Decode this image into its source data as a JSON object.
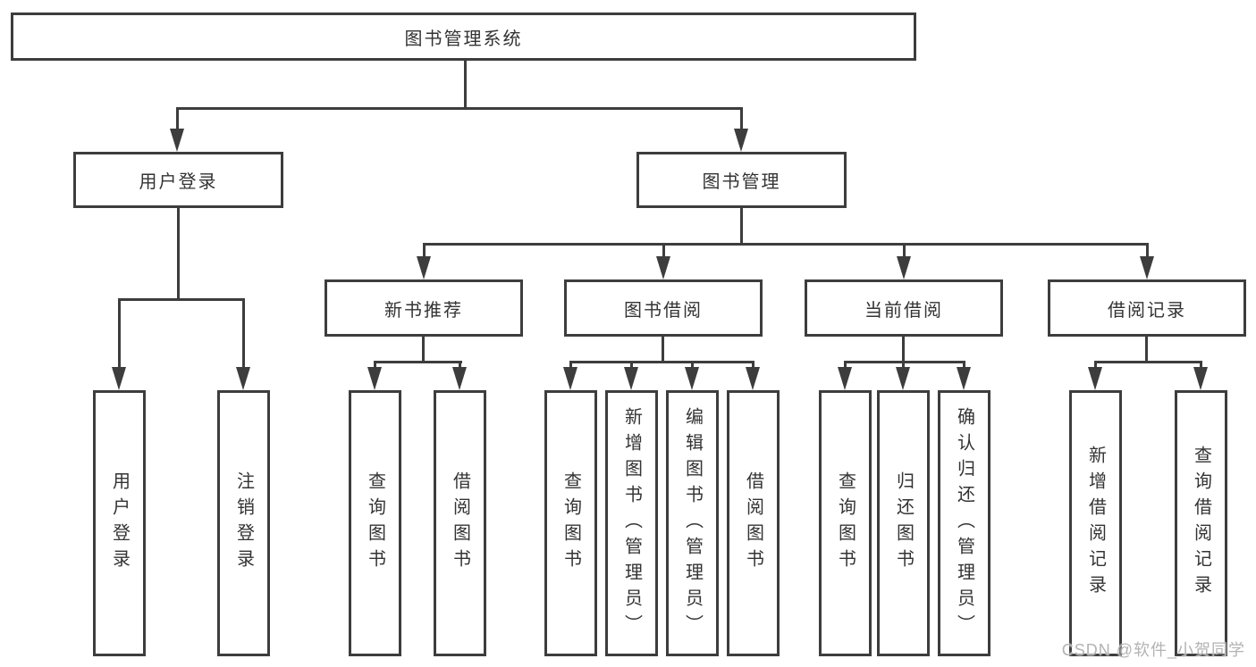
{
  "diagram": {
    "root": {
      "label": "图书管理系统"
    },
    "level2": [
      {
        "id": "user-login",
        "label": "用户登录"
      },
      {
        "id": "book-management",
        "label": "图书管理"
      }
    ],
    "level3": [
      {
        "id": "new-book-recommendation",
        "label": "新书推荐",
        "parent": "图书管理"
      },
      {
        "id": "book-borrowing",
        "label": "图书借阅",
        "parent": "图书管理"
      },
      {
        "id": "current-borrowing",
        "label": "当前借阅",
        "parent": "图书管理"
      },
      {
        "id": "borrowing-records",
        "label": "借阅记录",
        "parent": "图书管理"
      }
    ],
    "leaves": [
      {
        "label": "用户登录",
        "parent": "用户登录"
      },
      {
        "label": "注销登录",
        "parent": "用户登录"
      },
      {
        "label": "查询图书",
        "parent": "新书推荐"
      },
      {
        "label": "借阅图书",
        "parent": "新书推荐"
      },
      {
        "label": "查询图书",
        "parent": "图书借阅"
      },
      {
        "label": "新增图书（管理员）",
        "parent": "图书借阅"
      },
      {
        "label": "编辑图书（管理员）",
        "parent": "图书借阅"
      },
      {
        "label": "借阅图书",
        "parent": "图书借阅"
      },
      {
        "label": "查询图书",
        "parent": "当前借阅"
      },
      {
        "label": "归还图书",
        "parent": "当前借阅"
      },
      {
        "label": "确认归还（管理员）",
        "parent": "当前借阅"
      },
      {
        "label": "新增借阅记录",
        "parent": "借阅记录"
      },
      {
        "label": "查询借阅记录",
        "parent": "借阅记录"
      }
    ],
    "watermark": "CSDN @软件_小贺同学",
    "colors": {
      "line": "#3d3d3d",
      "text": "#333333",
      "watermark": "#b3b3b3",
      "background": "#ffffff"
    }
  }
}
